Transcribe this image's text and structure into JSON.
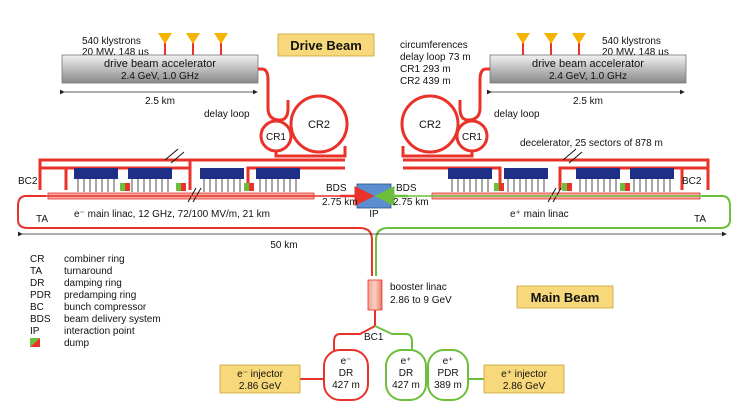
{
  "drive_beam_title": "Drive Beam",
  "main_beam_title": "Main Beam",
  "left_klystrons": {
    "line1": "540 klystrons",
    "line2": "20 MW, 148 µs"
  },
  "right_klystrons": {
    "line1": "540 klystrons",
    "line2": "20 MW, 148 µs"
  },
  "left_accelerator": {
    "line1": "drive beam accelerator",
    "line2": "2.4 GeV, 1.0 GHz"
  },
  "right_accelerator": {
    "line1": "drive beam accelerator",
    "line2": "2.4 GeV, 1.0 GHz"
  },
  "left_length": "2.5 km",
  "right_length": "2.5 km",
  "circumferences": {
    "line1": "circumferences",
    "line2": "delay loop 73 m",
    "line3": "CR1 293 m",
    "line4": "CR2 439 m"
  },
  "delay_loop_left": "delay loop",
  "delay_loop_right": "delay loop",
  "cr1_left": "CR1",
  "cr2_left": "CR2",
  "cr1_right": "CR1",
  "cr2_right": "CR2",
  "decelerator": "decelerator, 25 sectors of 878 m",
  "bc2_left": "BC2",
  "bc2_right": "BC2",
  "ta_left": "TA",
  "ta_right": "TA",
  "bds_left": "BDS",
  "bds_left_len": "2.75 km",
  "bds_right": "BDS",
  "bds_right_len": "2.75 km",
  "ip": "IP",
  "left_linac": "e⁻ main linac, 12 GHz, 72/100 MV/m, 21 km",
  "right_linac": "e⁺ main linac",
  "total_length": "50 km",
  "legend": [
    {
      "abbr": "CR",
      "desc": "combiner ring"
    },
    {
      "abbr": "TA",
      "desc": "turnaround"
    },
    {
      "abbr": "DR",
      "desc": "damping ring"
    },
    {
      "abbr": "PDR",
      "desc": "predamping ring"
    },
    {
      "abbr": "BC",
      "desc": "bunch compressor"
    },
    {
      "abbr": "BDS",
      "desc": "beam delivery system"
    },
    {
      "abbr": "IP",
      "desc": "interaction point"
    },
    {
      "abbr": "",
      "desc": "dump"
    }
  ],
  "booster": {
    "line1": "booster linac",
    "line2": "2.86 to 9 GeV"
  },
  "bc1": "BC1",
  "e_minus_dr": {
    "line1": "e⁻",
    "line2": "DR",
    "line3": "427 m"
  },
  "e_plus_dr": {
    "line1": "e⁺",
    "line2": "DR",
    "line3": "427 m"
  },
  "e_plus_pdr": {
    "line1": "e⁺",
    "line2": "PDR",
    "line3": "389 m"
  },
  "e_minus_injector": {
    "line1": "e⁻ injector",
    "line2": "2.86 GeV"
  },
  "e_plus_injector": {
    "line1": "e⁺ injector",
    "line2": "2.86 GeV"
  },
  "colors": {
    "drive": "#e8322a",
    "green": "#6cbf3a",
    "box": "#f7d87a",
    "module": "#1f2f86",
    "linac": "#f3a8a0"
  }
}
